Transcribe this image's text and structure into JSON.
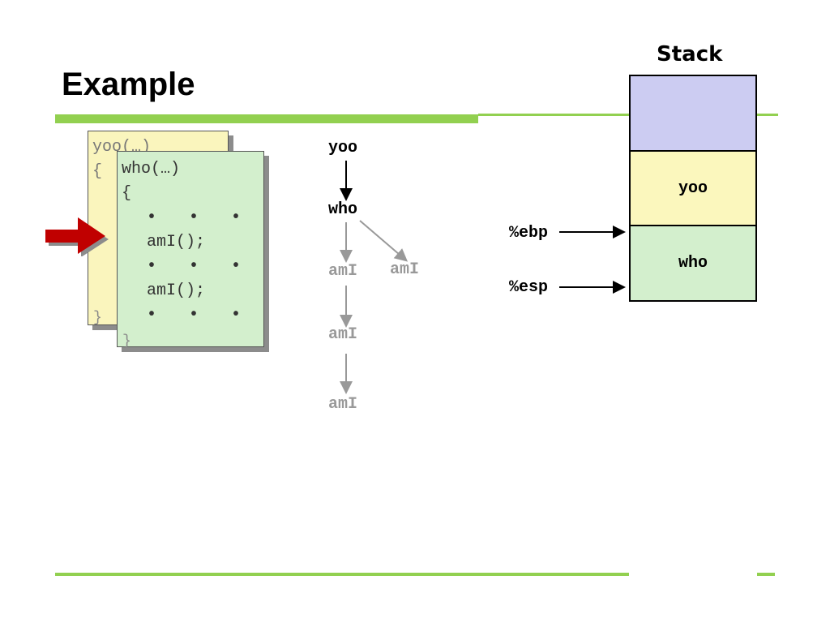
{
  "slide": {
    "title": "Example"
  },
  "code": {
    "yoo_card": {
      "header": "yoo(…)",
      "open_brace": "{",
      "close_brace": "}"
    },
    "who_card": {
      "header": "who(…)",
      "open_brace": "{",
      "lines": [
        "• • •",
        "amI();",
        "• • •",
        "amI();",
        "• • •"
      ],
      "close_brace": "}"
    },
    "arrow_color": "#c00000"
  },
  "call_tree": {
    "root": "yoo",
    "child": "who",
    "calls": [
      "amI",
      "amI",
      "amI",
      "amI"
    ]
  },
  "stack": {
    "label": "Stack",
    "frames": [
      "",
      "yoo",
      "who"
    ],
    "colors": {
      "top": "#ccccf2",
      "yoo": "#fbf7bd",
      "who": "#d3efcd"
    },
    "registers": {
      "ebp": "%ebp",
      "esp": "%esp"
    }
  },
  "theme": {
    "accent": "#92d050"
  }
}
